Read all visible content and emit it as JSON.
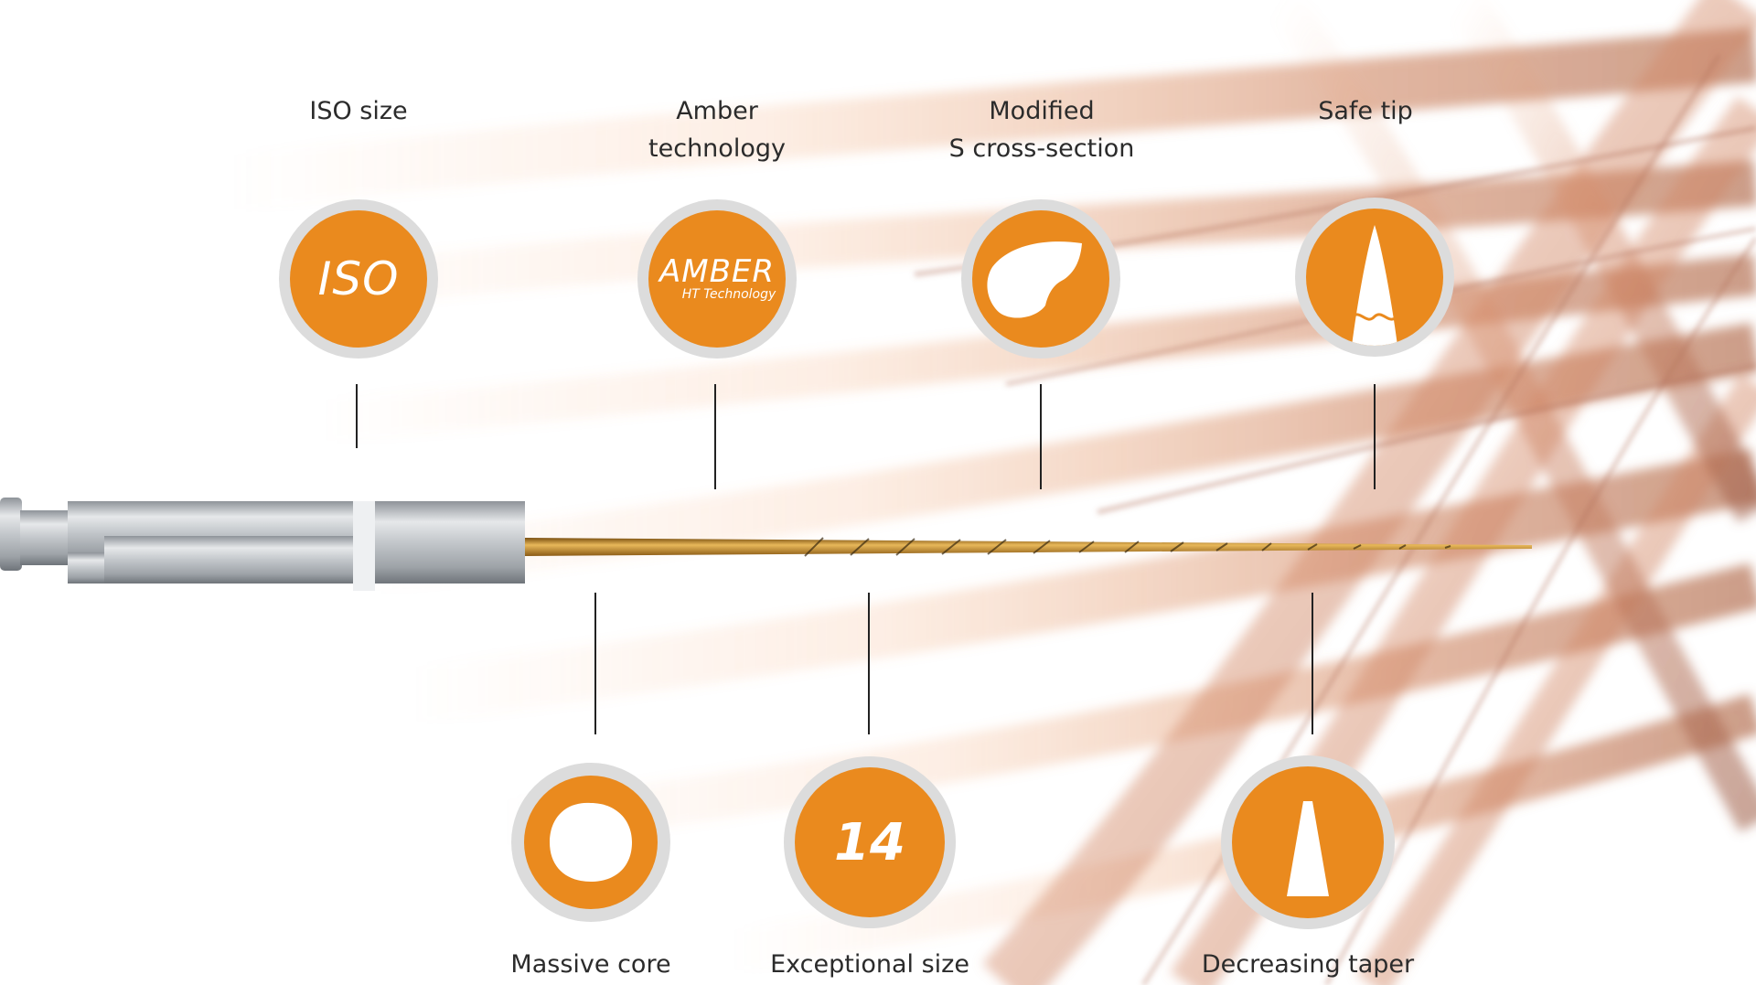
{
  "features_top": [
    {
      "id": "iso",
      "lines": [
        "ISO size"
      ],
      "badge_text": "ISO",
      "icon": "iso-icon"
    },
    {
      "id": "amber",
      "lines": [
        "Amber",
        "technology"
      ],
      "badge_text": "AMBER",
      "badge_subtext": "HT Technology",
      "icon": "amber-icon"
    },
    {
      "id": "cross",
      "lines": [
        "Modified",
        "S cross-section"
      ],
      "icon": "s-cross-section-icon"
    },
    {
      "id": "tip",
      "lines": [
        "Safe tip"
      ],
      "icon": "safe-tip-icon"
    }
  ],
  "features_bottom": [
    {
      "id": "core",
      "label": "Massive core",
      "icon": "massive-core-icon"
    },
    {
      "id": "size",
      "label": "Exceptional size",
      "badge_text": "14",
      "icon": "size-14-icon"
    },
    {
      "id": "taper",
      "label": "Decreasing taper",
      "icon": "decreasing-taper-icon"
    }
  ],
  "colors": {
    "accent": "#ea8a1e",
    "ring": "#dcdcdc",
    "text": "#2b2b2b",
    "instrument_gold": "#c9902b",
    "handle_steel": "#b4b8bd"
  }
}
